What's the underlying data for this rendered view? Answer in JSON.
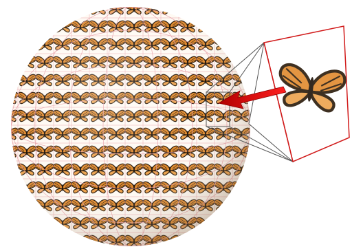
{
  "figure": {
    "sphere_pattern": "monarch-butterfly-tiles",
    "sphere_grid_rows": 12,
    "sphere_grid_cols": 12,
    "grid_line_color": "#e8a0a8",
    "zoom_frame_color": "#d11a1a",
    "arrow_color": "#dd0000",
    "connector_line_color": "#555555",
    "butterfly_wing_color": "#e08a2e",
    "butterfly_vein_color": "#2a1a0a",
    "sphere_shadow_color": "#c9b79a"
  }
}
